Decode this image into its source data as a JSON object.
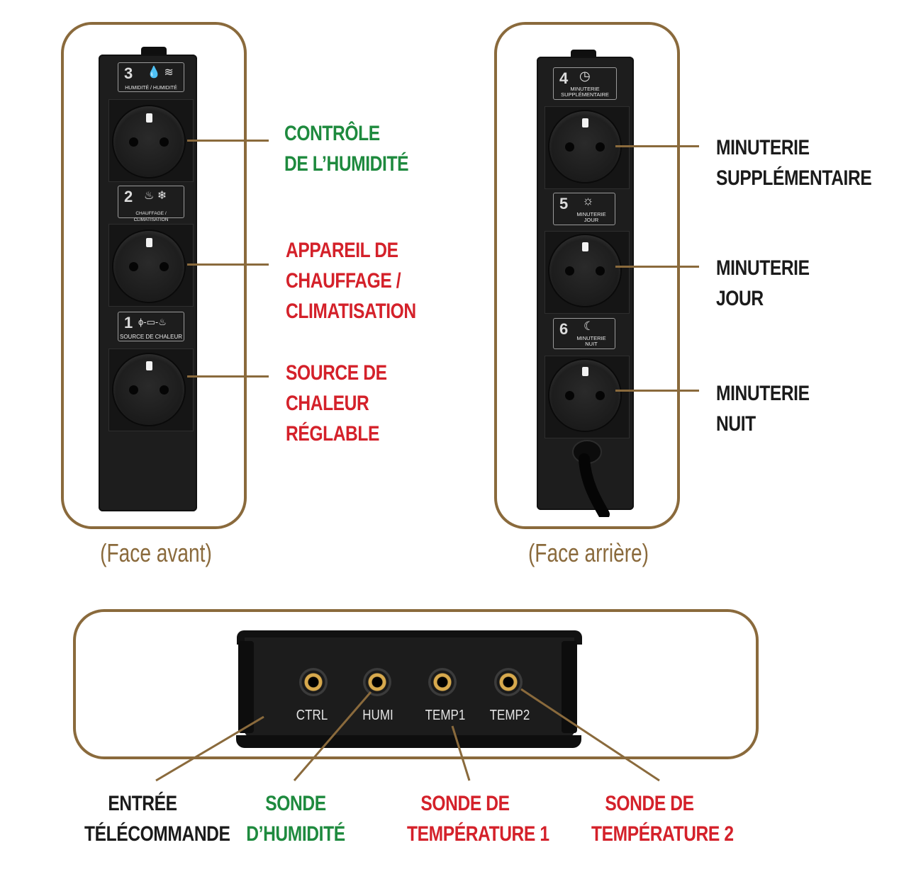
{
  "front": {
    "caption": "(Face avant)",
    "labels": [
      {
        "num": "3",
        "symbols": "💧 ≋",
        "text": "HUMIDITÉ / HUMIDITÉ"
      },
      {
        "num": "2",
        "symbols": "♨ ❄",
        "text": "CHAUFFAGE / CLIMATISATION"
      },
      {
        "num": "1",
        "symbols": "ϕ-▭-♨",
        "text": "SOURCE DE CHALEUR"
      }
    ],
    "callouts": [
      {
        "lines": [
          "CONTRÔLE",
          "DE L’HUMIDITÉ"
        ],
        "color": "#1e8a3e"
      },
      {
        "lines": [
          "APPAREIL DE",
          "CHAUFFAGE /",
          "CLIMATISATION"
        ],
        "color": "#d4212a"
      },
      {
        "lines": [
          "SOURCE DE",
          "CHALEUR",
          "RÉGLABLE"
        ],
        "color": "#d4212a"
      }
    ]
  },
  "back": {
    "caption": "(Face arrière)",
    "labels": [
      {
        "num": "4",
        "symbols": "◷",
        "text_lines": [
          "MINUTERIE",
          "SUPPLÉMENTAIRE"
        ]
      },
      {
        "num": "5",
        "symbols": "☼",
        "text_lines": [
          "MINUTERIE",
          "JOUR"
        ]
      },
      {
        "num": "6",
        "symbols": "☾",
        "text_lines": [
          "MINUTERIE",
          "NUIT"
        ]
      }
    ],
    "callouts": [
      {
        "lines": [
          "MINUTERIE",
          "SUPPLÉMENTAIRE"
        ]
      },
      {
        "lines": [
          "MINUTERIE",
          "JOUR"
        ]
      },
      {
        "lines": [
          "MINUTERIE",
          "NUIT"
        ]
      }
    ]
  },
  "bottom": {
    "ports": [
      "CTRL",
      "HUMI",
      "TEMP1",
      "TEMP2"
    ],
    "callouts": [
      {
        "lines": [
          "ENTRÉE",
          "TÉLÉCOMMANDE"
        ],
        "color": "#1b1b1b"
      },
      {
        "lines": [
          "SONDE",
          "D’HUMIDITÉ"
        ],
        "color": "#1e8a3e"
      },
      {
        "lines": [
          "SONDE DE",
          "TEMPÉRATURE 1"
        ],
        "color": "#d4212a"
      },
      {
        "lines": [
          "SONDE DE",
          "TEMPÉRATURE 2"
        ],
        "color": "#d4212a"
      }
    ]
  },
  "colors": {
    "frame": "#8a6a3c",
    "green": "#1e8a3e",
    "red": "#d4212a",
    "black": "#1b1b1b"
  }
}
